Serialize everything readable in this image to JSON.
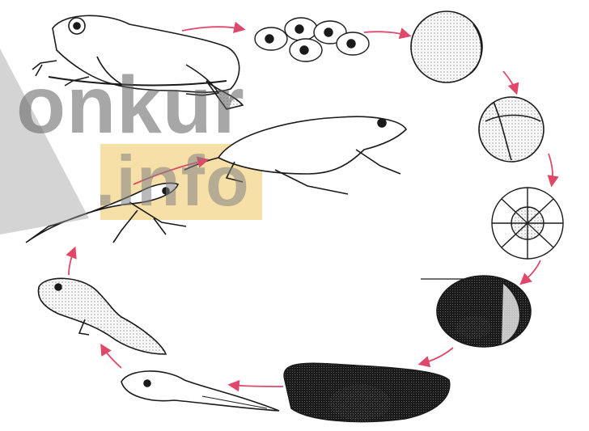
{
  "diagram": {
    "subject": "frog-life-cycle",
    "stages": [
      "adult-frog",
      "frog-eggs",
      "fertilized-egg",
      "two-cell-egg",
      "cleavage-embryo",
      "gastrula",
      "embryo",
      "young-tadpole",
      "tadpole",
      "tadpole-with-legs",
      "froglet"
    ]
  },
  "colors": {
    "arrow": "#e0486a",
    "ink": "#1a1a1a",
    "watermark_box": "#f6e0a8",
    "watermark_text": "#7a7a7a",
    "background": "#ffffff"
  },
  "watermark": {
    "line1": "onkur",
    "line2": ".info"
  }
}
